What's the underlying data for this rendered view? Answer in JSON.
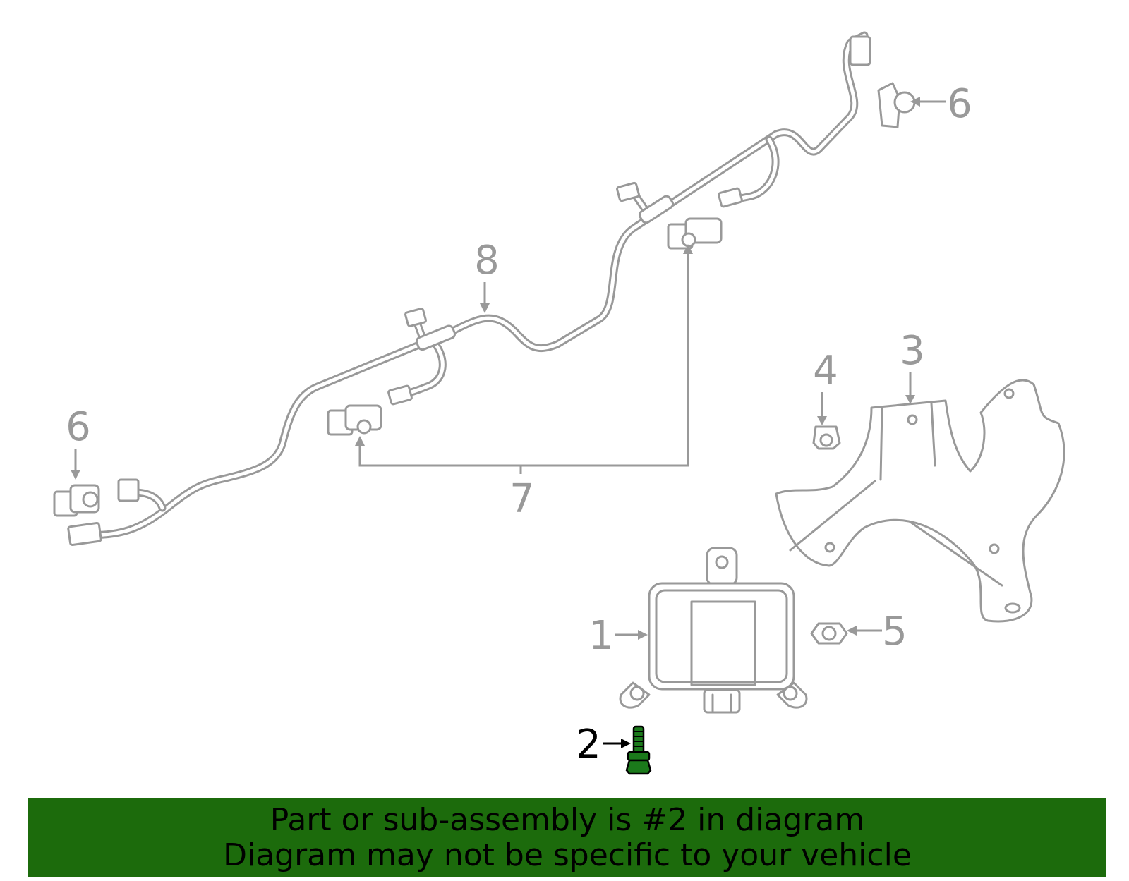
{
  "callouts": {
    "c1": "1",
    "c2": "2",
    "c3": "3",
    "c4": "4",
    "c5": "5",
    "c6_right": "6",
    "c6_left": "6",
    "c7": "7",
    "c8": "8"
  },
  "highlighted_part": "2",
  "colors": {
    "line_art": "#999999",
    "highlight": "#1b7a1b",
    "banner_background": "#1c6b0c",
    "banner_text": "#000000"
  },
  "banner": {
    "line1": "Part or sub-assembly is #2 in diagram",
    "line2": "Diagram may not be specific to your vehicle"
  }
}
